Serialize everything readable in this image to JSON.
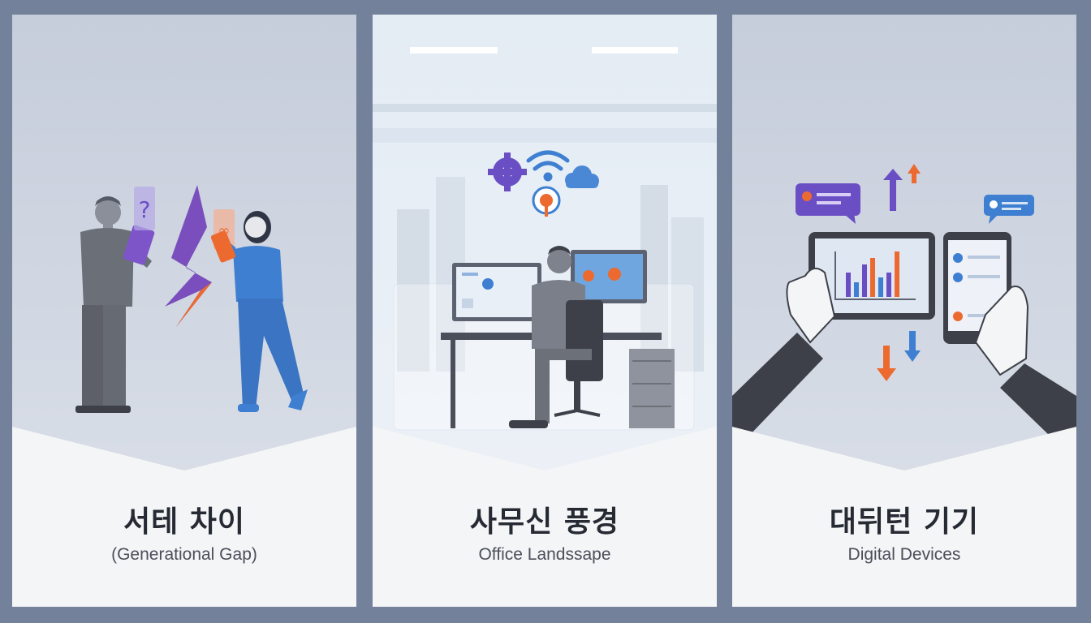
{
  "panels": [
    {
      "title": "서테 차이",
      "subtitle": "(Generational Gap)"
    },
    {
      "title": "사무신 풍경",
      "subtitle": "Office Landssape"
    },
    {
      "title": "대뒤턴 기기",
      "subtitle": "Digital Devices"
    }
  ],
  "icons": {
    "panel1": [
      "question-icon",
      "chat-bubble-icon",
      "lightning-bolt-icon"
    ],
    "panel2": [
      "gear-icon",
      "wifi-icon",
      "cloud-icon",
      "target-icon"
    ],
    "panel3": [
      "chat-bubble-icon",
      "arrow-up-icon",
      "arrow-down-icon",
      "bar-chart-icon"
    ]
  },
  "colors": {
    "frame": "#74819a",
    "panel_bg": "#c9d0dd",
    "caption_bg": "#f4f5f7",
    "accent_purple": "#6a4fc4",
    "accent_orange": "#ec6a2f",
    "accent_blue": "#3f7fd1"
  }
}
